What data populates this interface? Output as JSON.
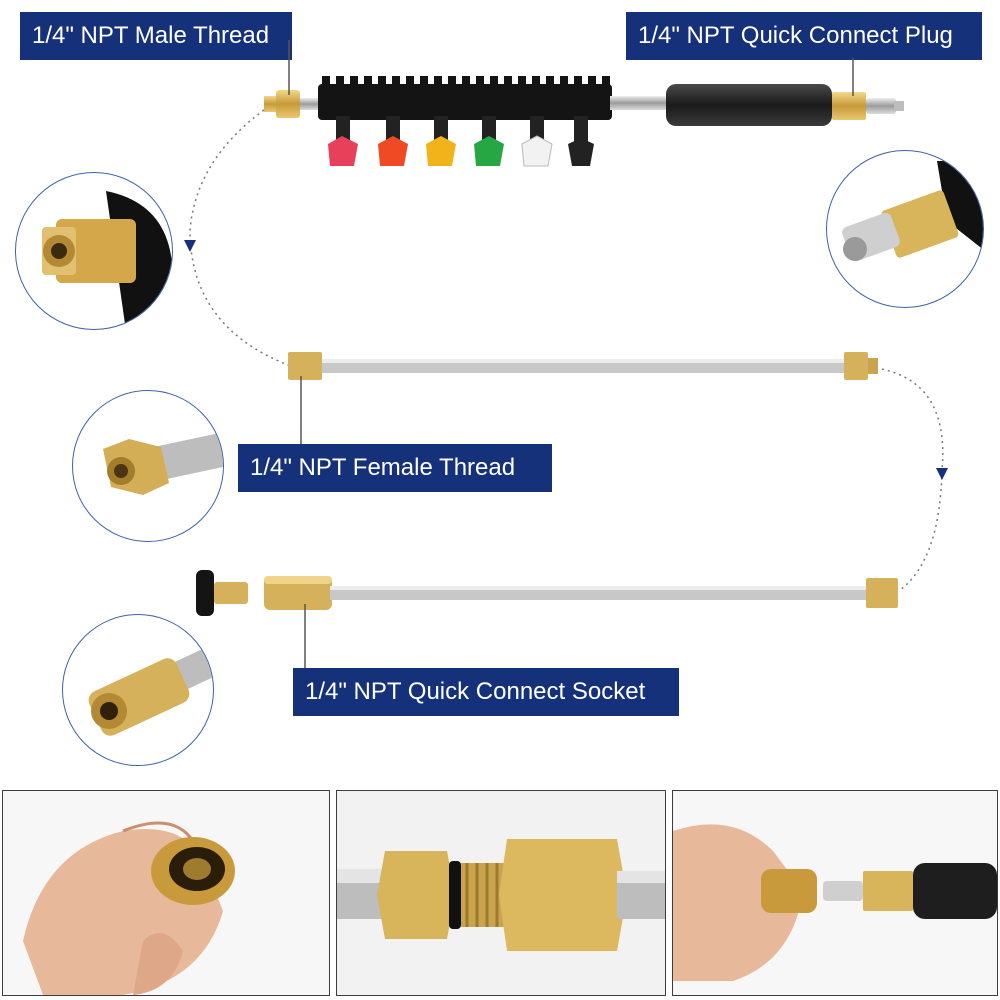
{
  "labels": {
    "male_thread": "1/4\" NPT Male Thread",
    "quick_connect_plug": "1/4\" NPT Quick Connect Plug",
    "female_thread": "1/4\" NPT Female Thread",
    "quick_connect_socket": "1/4\" NPT Quick Connect Socket"
  },
  "nozzle_colors": [
    "#e8405a",
    "#f04a24",
    "#f2b21a",
    "#27a743",
    "#f2f2f2",
    "#222222"
  ],
  "colors": {
    "label_bg": "#14317a",
    "label_text": "#ffffff",
    "brass": "#d8b45a",
    "steel": "#c4c4c4",
    "accent_line": "#3f63a8"
  },
  "icons": [
    "wand-with-nozzles",
    "male-thread-detail",
    "quick-plug-detail",
    "extension-rod",
    "female-thread-detail",
    "quick-socket-detail",
    "hand-holding-socket",
    "thread-and-nut-detail",
    "hand-connecting-plug"
  ]
}
